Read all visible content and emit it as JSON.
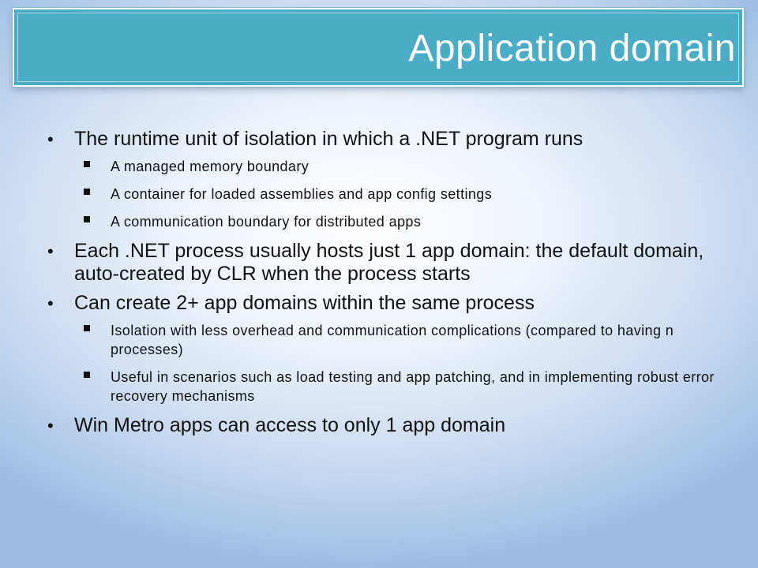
{
  "title": "Application domain",
  "colors": {
    "title_bar": "#4aacc5",
    "title_text": "#ffffff",
    "body_text": "#111111"
  },
  "bullets": [
    {
      "text": "The runtime unit of isolation in which a .NET program runs",
      "sub": [
        "A managed memory boundary",
        "A container for loaded assemblies and app config settings",
        "A communication boundary for distributed apps"
      ]
    },
    {
      "text": "Each .NET process usually hosts just 1 app domain: the default domain, auto-created by CLR when the process starts",
      "sub": []
    },
    {
      "text": "Can create 2+ app domains within the same process",
      "sub": [
        "Isolation with less overhead and communication complications (compared to having n processes)",
        "Useful in scenarios such as load testing and app patching, and in implementing robust error recovery mechanisms"
      ]
    },
    {
      "text": "Win Metro apps can access to only 1 app domain",
      "sub": []
    }
  ]
}
